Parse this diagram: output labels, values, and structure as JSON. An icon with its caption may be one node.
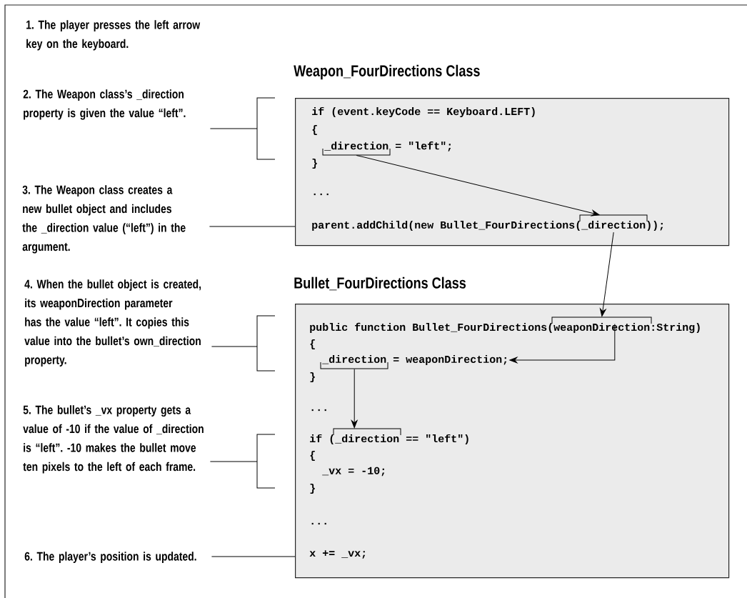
{
  "diagram": {
    "nodes": [
      {
        "text": [
          "Weapon_FourDirections Class"
        ]
      },
      {
        "text": [
          "if (event.keyCode == Keyboard.LEFT)"
        ],
        "in": 0
      },
      {
        "text": [
          "{"
        ],
        "in": 0
      },
      {
        "text": [
          "_direction = \"left\";"
        ],
        "in": 0
      },
      {
        "text": [
          "}"
        ],
        "in": 0
      },
      {
        "text": [
          "..."
        ],
        "in": 0
      },
      {
        "text": [
          "parent.addChild(new Bullet_FourDirections(_direction));"
        ],
        "in": 0
      },
      {
        "text": [
          "Bullet_FourDirections Class"
        ]
      },
      {
        "text": [
          "public function Bullet_FourDirections(weaponDirection:String)"
        ],
        "in": 7
      },
      {
        "text": [
          "{"
        ],
        "in": 7
      },
      {
        "text": [
          "_direction = weaponDirection;"
        ],
        "in": 7
      },
      {
        "text": [
          "}"
        ],
        "in": 7
      },
      {
        "text": [
          "..."
        ],
        "in": 7
      },
      {
        "text": [
          "if (_direction == \"left\")"
        ],
        "in": 7
      },
      {
        "text": [
          "{"
        ],
        "in": 7
      },
      {
        "text": [
          "_vx = -10;"
        ],
        "in": 7
      },
      {
        "text": [
          "}"
        ],
        "in": 7
      },
      {
        "text": [
          "..."
        ],
        "in": 7
      },
      {
        "text": [
          "x += _vx;"
        ],
        "in": 7
      },
      {
        "text": [],
        "shape": "bracket",
        "in": 0
      },
      {
        "text": [],
        "shape": "bracket",
        "in": 0
      },
      {
        "text": [],
        "shape": "bracket",
        "in": 7
      },
      {
        "text": [],
        "shape": "bracket",
        "in": 7
      },
      {
        "text": [],
        "shape": "bracket",
        "in": 7
      },
      {
        "text": [
          "2. The Weapon class’s _direction property is given the value “left”."
        ]
      },
      {
        "text": [
          "3. The Weapon class creates a new bullet object and includes the _direction value (“left”) in the argument."
        ]
      },
      {
        "text": [
          "4. When the bullet object is created, its weaponDirection parameter has the value “left”. It copies this value into the bullet’s own_direction property."
        ]
      },
      {
        "text": [
          "5. The bullet’s _vx property gets a value of -10 if the value of _direction is “left”. -10 makes the bullet move ten pixels to the left of each frame."
        ]
      },
      {
        "text": [
          "6. The player’s position is updated."
        ]
      }
    ],
    "edges": [
      {
        "from": 19,
        "to": 20,
        "arrow": "to"
      },
      {
        "from": 6,
        "to": 21,
        "arrow": "to"
      },
      {
        "from": 8,
        "to": 10,
        "arrow": "to"
      },
      {
        "from": 22,
        "to": 23,
        "arrow": "to"
      },
      {
        "from": 24,
        "to": null,
        "arrow": "none"
      },
      {
        "from": 25,
        "to": 0,
        "arrow": "none"
      },
      {
        "from": 26,
        "to": null,
        "arrow": "none"
      },
      {
        "from": 27,
        "to": null,
        "arrow": "none"
      },
      {
        "from": 28,
        "to": 7,
        "arrow": "none"
      }
    ],
    "labels": [
      "1. The player presses the left arrow key on the keyboard."
    ]
  }
}
